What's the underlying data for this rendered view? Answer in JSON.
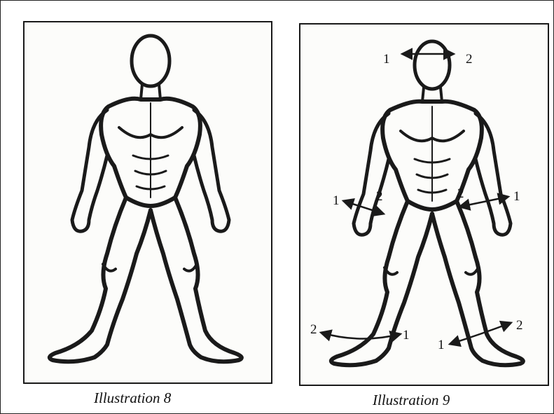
{
  "illustrations": [
    {
      "caption": "Illustration 8"
    },
    {
      "caption": "Illustration 9",
      "labels": {
        "head_left": "1",
        "head_right": "2",
        "left_hip_outer": "1",
        "left_hip_inner": "2",
        "right_hip_inner": "2",
        "right_hip_outer": "1",
        "left_ankle_outer": "2",
        "left_ankle_inner": "1",
        "right_ankle_inner": "1",
        "right_ankle_outer": "2"
      }
    }
  ],
  "colors": {
    "ink": "#1a1a1a",
    "paper": "#fcfcfa"
  }
}
